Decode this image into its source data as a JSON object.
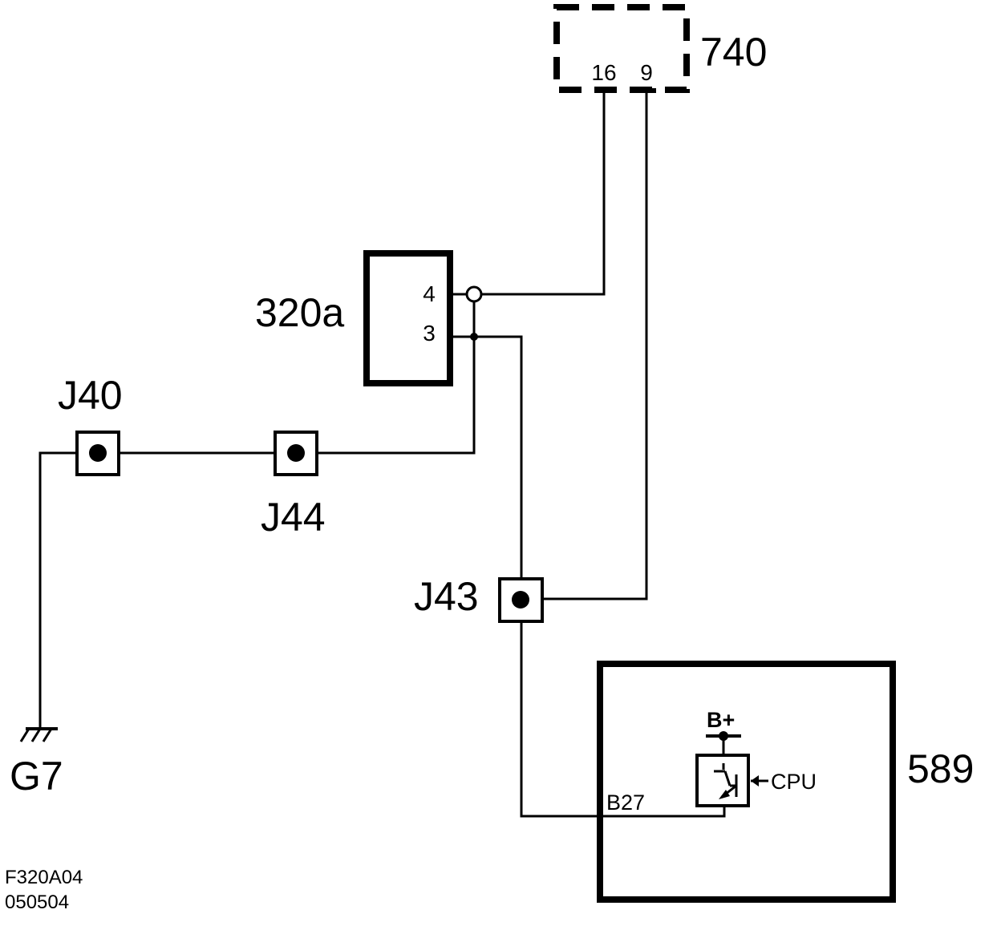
{
  "components": {
    "c740": {
      "label": "740",
      "pin16": "16",
      "pin9": "9"
    },
    "c320a": {
      "label": "320a",
      "pin4": "4",
      "pin3": "3"
    },
    "c589": {
      "label": "589",
      "pin_b27": "B27",
      "supply": "B+",
      "control": "CPU"
    }
  },
  "splices": {
    "j40": "J40",
    "j44": "J44",
    "j43": "J43"
  },
  "ground": {
    "label": "G7"
  },
  "footer": {
    "figure_id": "F320A04",
    "date_code": "050504"
  }
}
